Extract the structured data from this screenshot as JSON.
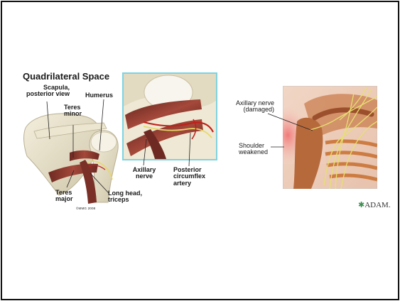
{
  "left_figure": {
    "title": "Quadrilateral Space",
    "labels": {
      "scapula": "Scapula,\nposterior view",
      "teres_minor": "Teres\nminor",
      "humerus": "Humerus",
      "teres_major": "Teres\nmajor",
      "long_head_triceps": "Long head,\ntriceps",
      "axillary_nerve": "Axillary\nnerve",
      "posterior_circumflex_artery": "Posterior\ncircumflex\nartery",
      "copyright": "©MMG 2008"
    }
  },
  "right_figure": {
    "labels": {
      "axillary_nerve_damaged": "Axillary nerve\n(damaged)",
      "shoulder_weakened": "Shoulder\nweakened"
    },
    "logo": "ADAM."
  },
  "colors": {
    "zoom_frame": "#7fd3e0",
    "bone": "#e6dfc8",
    "muscle": "#8a3a2e",
    "nerve": "#e8d86a",
    "artery": "#c0201a"
  }
}
